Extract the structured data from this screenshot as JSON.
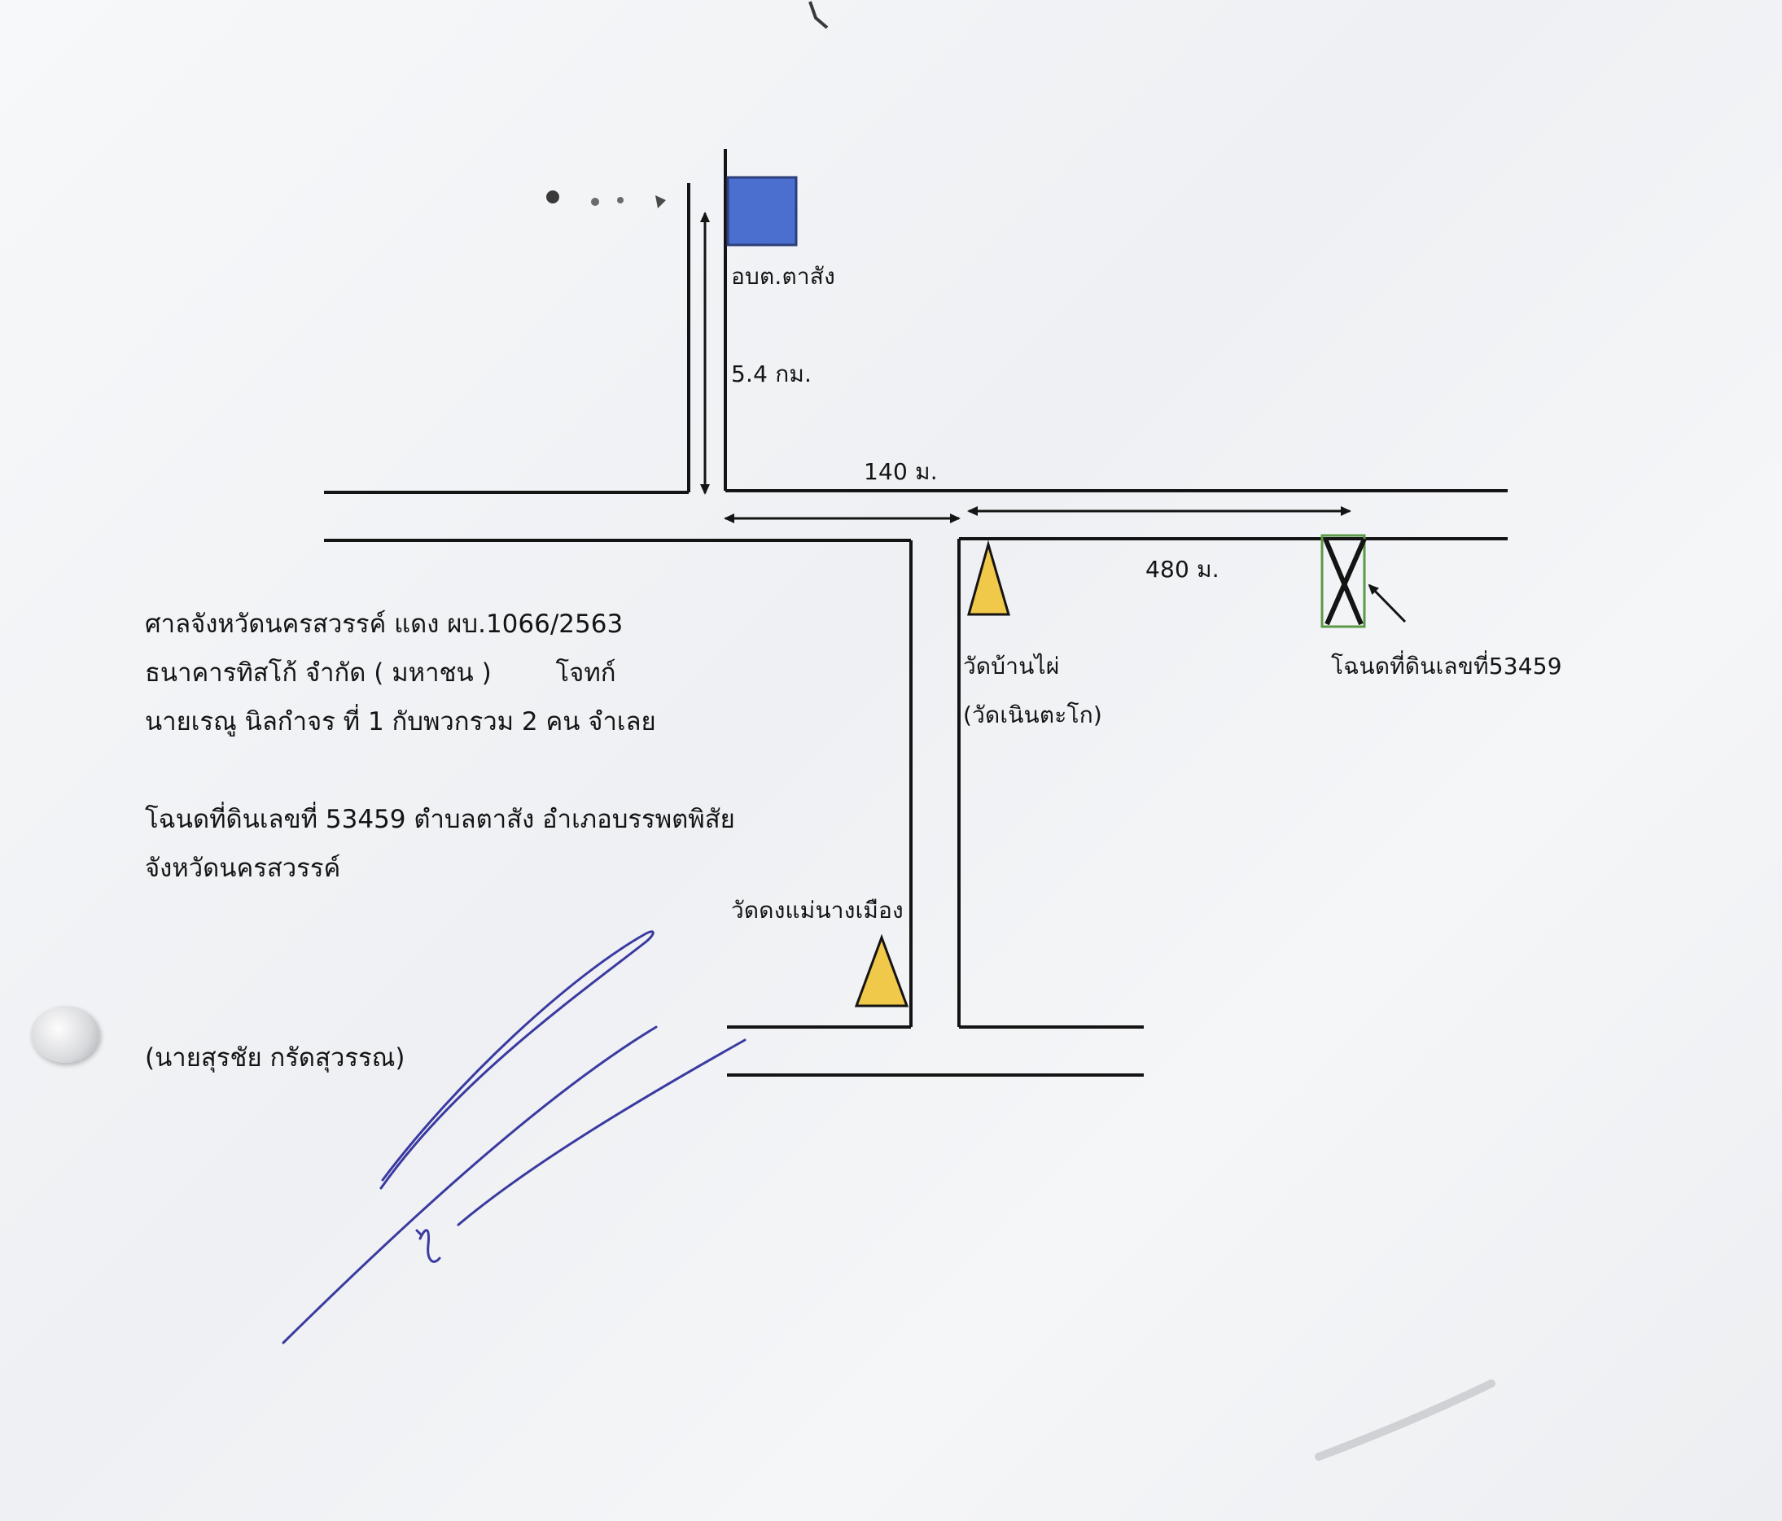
{
  "map": {
    "landmarks": {
      "sao_office": "อบต.ตาสัง",
      "wat_ban_phai": "วัดบ้านไผ่",
      "wat_ban_phai_alt": "(วัดเนินตะโก)",
      "wat_dong_mae_nang_mueang": "วัดดงแม่นางเมือง",
      "plot_label": "โฉนดที่ดินเลขที่53459"
    },
    "distances": {
      "north_road": "5.4 กม.",
      "junction_gap": "140 ม.",
      "to_plot": "480 ม."
    },
    "symbols": {
      "office": "blue-square",
      "temple": "yellow-triangle",
      "plot": "crossed-box"
    },
    "colors": {
      "office_blue": "#4a6fcf",
      "temple_yellow": "#f0c84a",
      "plot_green": "#5a9a48",
      "signature_ink": "#3a3aa0"
    }
  },
  "caption": {
    "line1": "ศาลจังหวัดนครสวรรค์ แดง ผบ.1066/2563",
    "line2": "ธนาคารทิสโก้ จำกัด ( มหาชน )        โจทก์",
    "line3": "นายเรณู นิลกำจร ที่ 1 กับพวกรวม 2 คน จำเลย",
    "line4": "โฉนดที่ดินเลขที่ 53459 ตำบลตาสัง อำเภอบรรพตพิสัย",
    "line5": "จังหวัดนครสวรรค์"
  },
  "signature": {
    "name": "(นายสุรชัย กรัดสุวรรณ)",
    "mark": "ลายมือชื่อ"
  }
}
